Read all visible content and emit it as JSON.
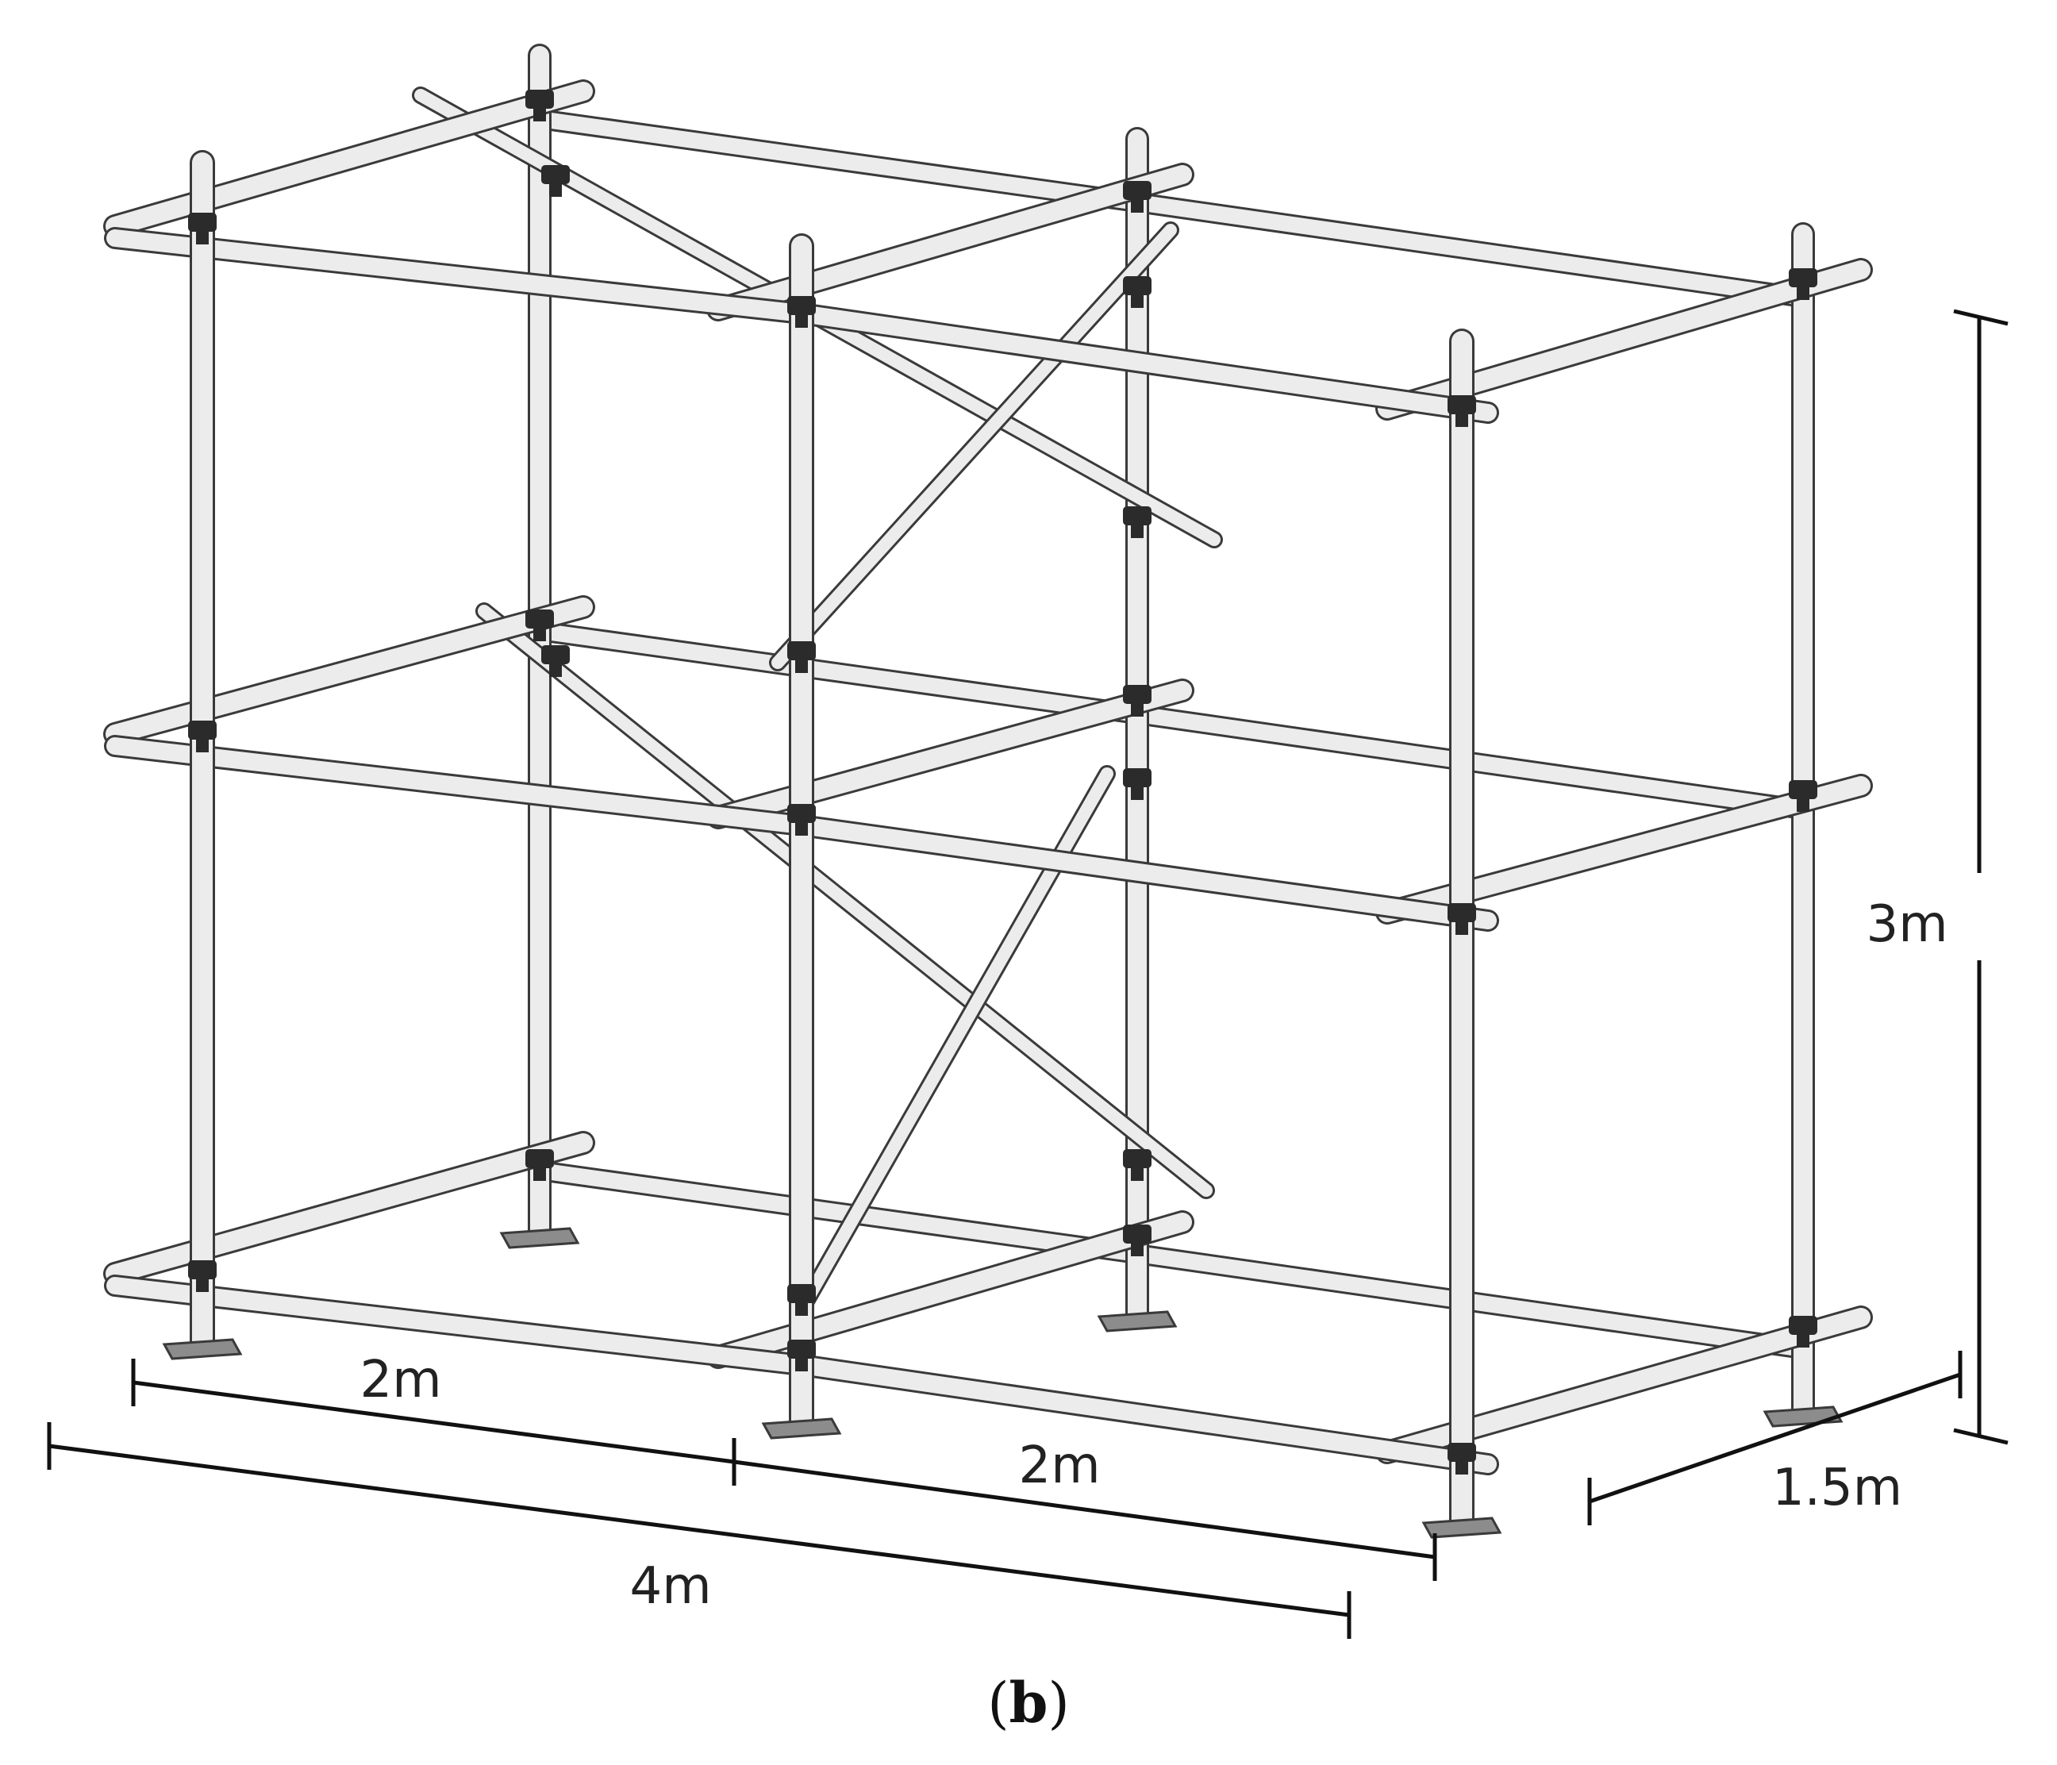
{
  "diagram": {
    "subject": "scaffold-frame",
    "colors": {
      "tube_fill": "#ececec",
      "tube_edge": "#3a3a3a",
      "dimension_line": "#111111",
      "coupler": "#2b2b2b",
      "baseplate": "#8c8c8c"
    }
  },
  "dimensions": {
    "bay_1_width": "2m",
    "bay_2_width": "2m",
    "total_length": "4m",
    "depth": "1.5m",
    "height": "3m"
  },
  "caption": {
    "open_paren": "(",
    "letter": "b",
    "close_paren": ")"
  }
}
